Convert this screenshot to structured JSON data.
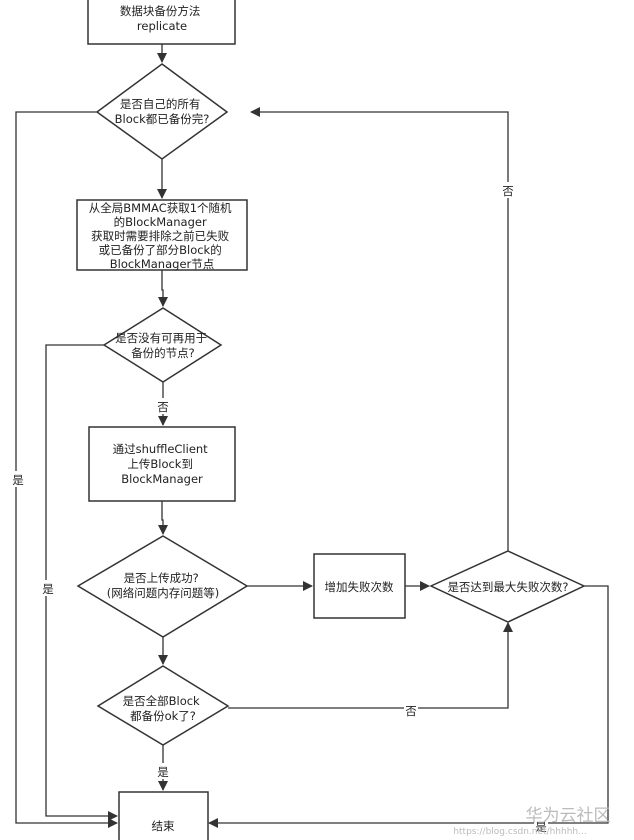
{
  "nodes": {
    "start": [
      "数据块备份方法",
      "replicate"
    ],
    "all_backed_up": [
      "是否自己的所有",
      "Block都已备份完?"
    ],
    "pick_manager": [
      "从全局BMMAC获取1个随机",
      "的BlockManager",
      "获取时需要排除之前已失败",
      "或已备份了部分Block的",
      "BlockManager节点"
    ],
    "no_node": [
      "是否没有可再用于",
      "备份的节点?"
    ],
    "upload": [
      "通过shuffleClient",
      "上传Block到",
      "BlockManager"
    ],
    "upload_ok": [
      "是否上传成功?",
      "(网络问题内存问题等)"
    ],
    "inc_fail": [
      "增加失败次数"
    ],
    "max_fail": [
      "是否达到最大失败次数?"
    ],
    "all_ok": [
      "是否全部Block",
      "都备份ok了?"
    ],
    "end": [
      "结束"
    ]
  },
  "edge_labels": {
    "all_backed_up_yes": "是",
    "no_node_yes": "是",
    "no_node_no": "否",
    "all_ok_yes": "是",
    "all_ok_no": "否",
    "max_fail_no": "否",
    "max_fail_yes": "是"
  },
  "watermark": {
    "brand": "华为云社区",
    "url": "https://blog.csdn.net/hhhhh..."
  }
}
